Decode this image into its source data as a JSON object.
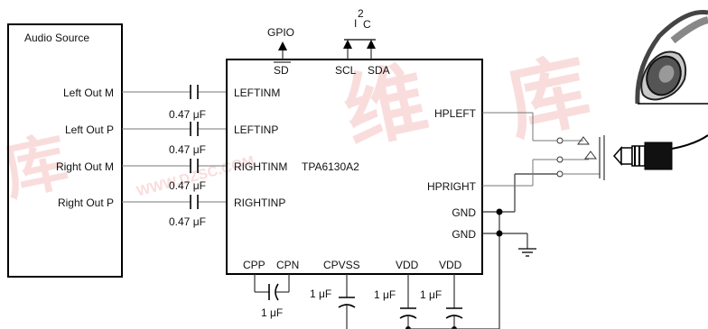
{
  "source": {
    "title": "Audio Source",
    "outputs": [
      "Left Out M",
      "Left Out P",
      "Right Out M",
      "Right Out P"
    ]
  },
  "caps": {
    "input": [
      "0.47 μF",
      "0.47 μF",
      "0.47 μF",
      "0.47 μF"
    ],
    "cp": "1 μF",
    "cpvss": "1 μF",
    "vdd1": "1 μF",
    "vdd2": "1 μF"
  },
  "chip": {
    "name": "TPA6130A2",
    "inputs": [
      "LEFTINM",
      "LEFTINP",
      "RIGHTINM",
      "RIGHTINP"
    ],
    "outputs": [
      "HPLEFT",
      "HPRIGHT",
      "GND",
      "GND"
    ],
    "top_pins": [
      "SD",
      "SCL",
      "SDA"
    ],
    "bottom_pins": [
      "CPP",
      "CPN",
      "CPVSS",
      "VDD",
      "VDD"
    ]
  },
  "bus": {
    "gpio": "GPIO",
    "i2c_base": "I",
    "i2c_sup": "2",
    "i2c_tail": "C"
  },
  "watermark": "WWW.DZSC.COM",
  "colors": {
    "wire": "#777777",
    "ink": "#000000",
    "watermark": "#f3b5b5"
  },
  "icons": [
    "headphones-icon",
    "audio-plug-icon",
    "ground-icon"
  ]
}
